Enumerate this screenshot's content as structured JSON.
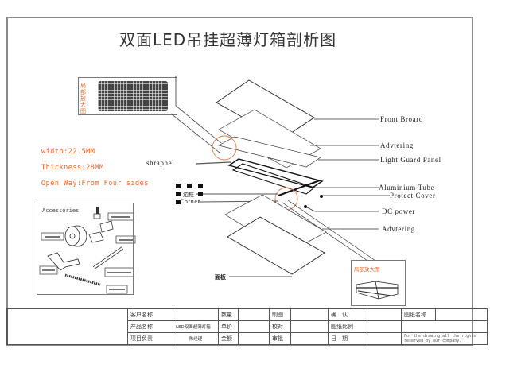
{
  "title": "双面LED吊挂超薄灯箱剖析图",
  "specs": {
    "width": "width:22.5MM",
    "thickness": "Thickness:28MM",
    "open_way": "Open Way:From Four sides"
  },
  "detail_views": {
    "top_left_label": "局部放大图",
    "bottom_right_label": "局部放大图"
  },
  "accessories": {
    "title": "Accessories"
  },
  "callouts": {
    "front_board": "Front Broard",
    "advtering_top": "Advtering",
    "light_guard_panel": "Light Guard Panel",
    "shrapnel": "shrapnel",
    "aluminium_tube": "Aluminium Tube",
    "protect_cover": "Protect Cover",
    "dc_power": "DC power",
    "advtering_bottom": "Advtering",
    "corner_top": "边框",
    "corner": "Corner",
    "panel_cn": "面板"
  },
  "title_block": {
    "rows": [
      [
        "客户名称",
        "",
        "数量",
        "",
        "制图",
        "",
        "确　认",
        "",
        "图纸名称",
        ""
      ],
      [
        "产品名称",
        "LED双面超薄灯箱",
        "单价",
        "",
        "校对",
        "",
        "图纸比例",
        "",
        "",
        ""
      ],
      [
        "项目负责",
        "陈经理",
        "金额",
        "",
        "审批",
        "",
        "日　期",
        "",
        "For the drawing,all the rights reserved by our company.",
        ""
      ]
    ]
  }
}
